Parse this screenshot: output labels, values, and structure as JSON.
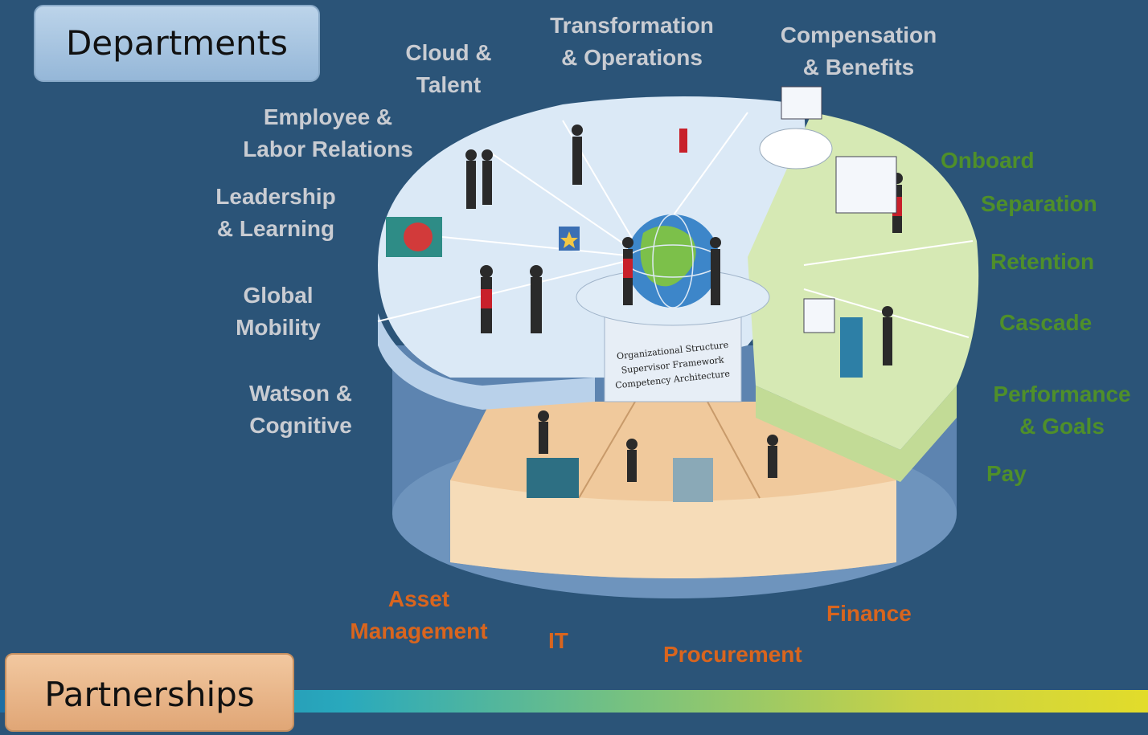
{
  "headers": {
    "departments": "Departments",
    "partnerships": "Partnerships"
  },
  "departments": [
    {
      "id": "cloud",
      "line1": "Cloud &",
      "line2": "Talent"
    },
    {
      "id": "transformation",
      "line1": "Transformation",
      "line2": "& Operations"
    },
    {
      "id": "compensation",
      "line1": "Compensation",
      "line2": "& Benefits"
    },
    {
      "id": "employee",
      "line1": "Employee &",
      "line2": "Labor Relations"
    },
    {
      "id": "leadership",
      "line1": "Leadership",
      "line2": "& Learning"
    },
    {
      "id": "mobility",
      "line1": "Global",
      "line2": "Mobility"
    },
    {
      "id": "watson",
      "line1": "Watson &",
      "line2": "Cognitive"
    }
  ],
  "lifecycle": {
    "onboard": "Onboard",
    "separation": "Separation",
    "retention": "Retention",
    "cascade": "Cascade",
    "performance_line1": "Performance",
    "performance_line2": "& Goals",
    "pay": "Pay"
  },
  "partners": {
    "asset_line1": "Asset",
    "asset_line2": "Management",
    "it": "IT",
    "procurement": "Procurement",
    "finance": "Finance"
  },
  "core": {
    "line1": "Organizational Structure",
    "line2": "Supervisor Framework",
    "line3": "Competency Architecture"
  },
  "colors": {
    "background": "#2b5478",
    "department_text": "#c9ccd2",
    "lifecycle_text": "#4f8f2a",
    "partner_text": "#d9651e"
  }
}
